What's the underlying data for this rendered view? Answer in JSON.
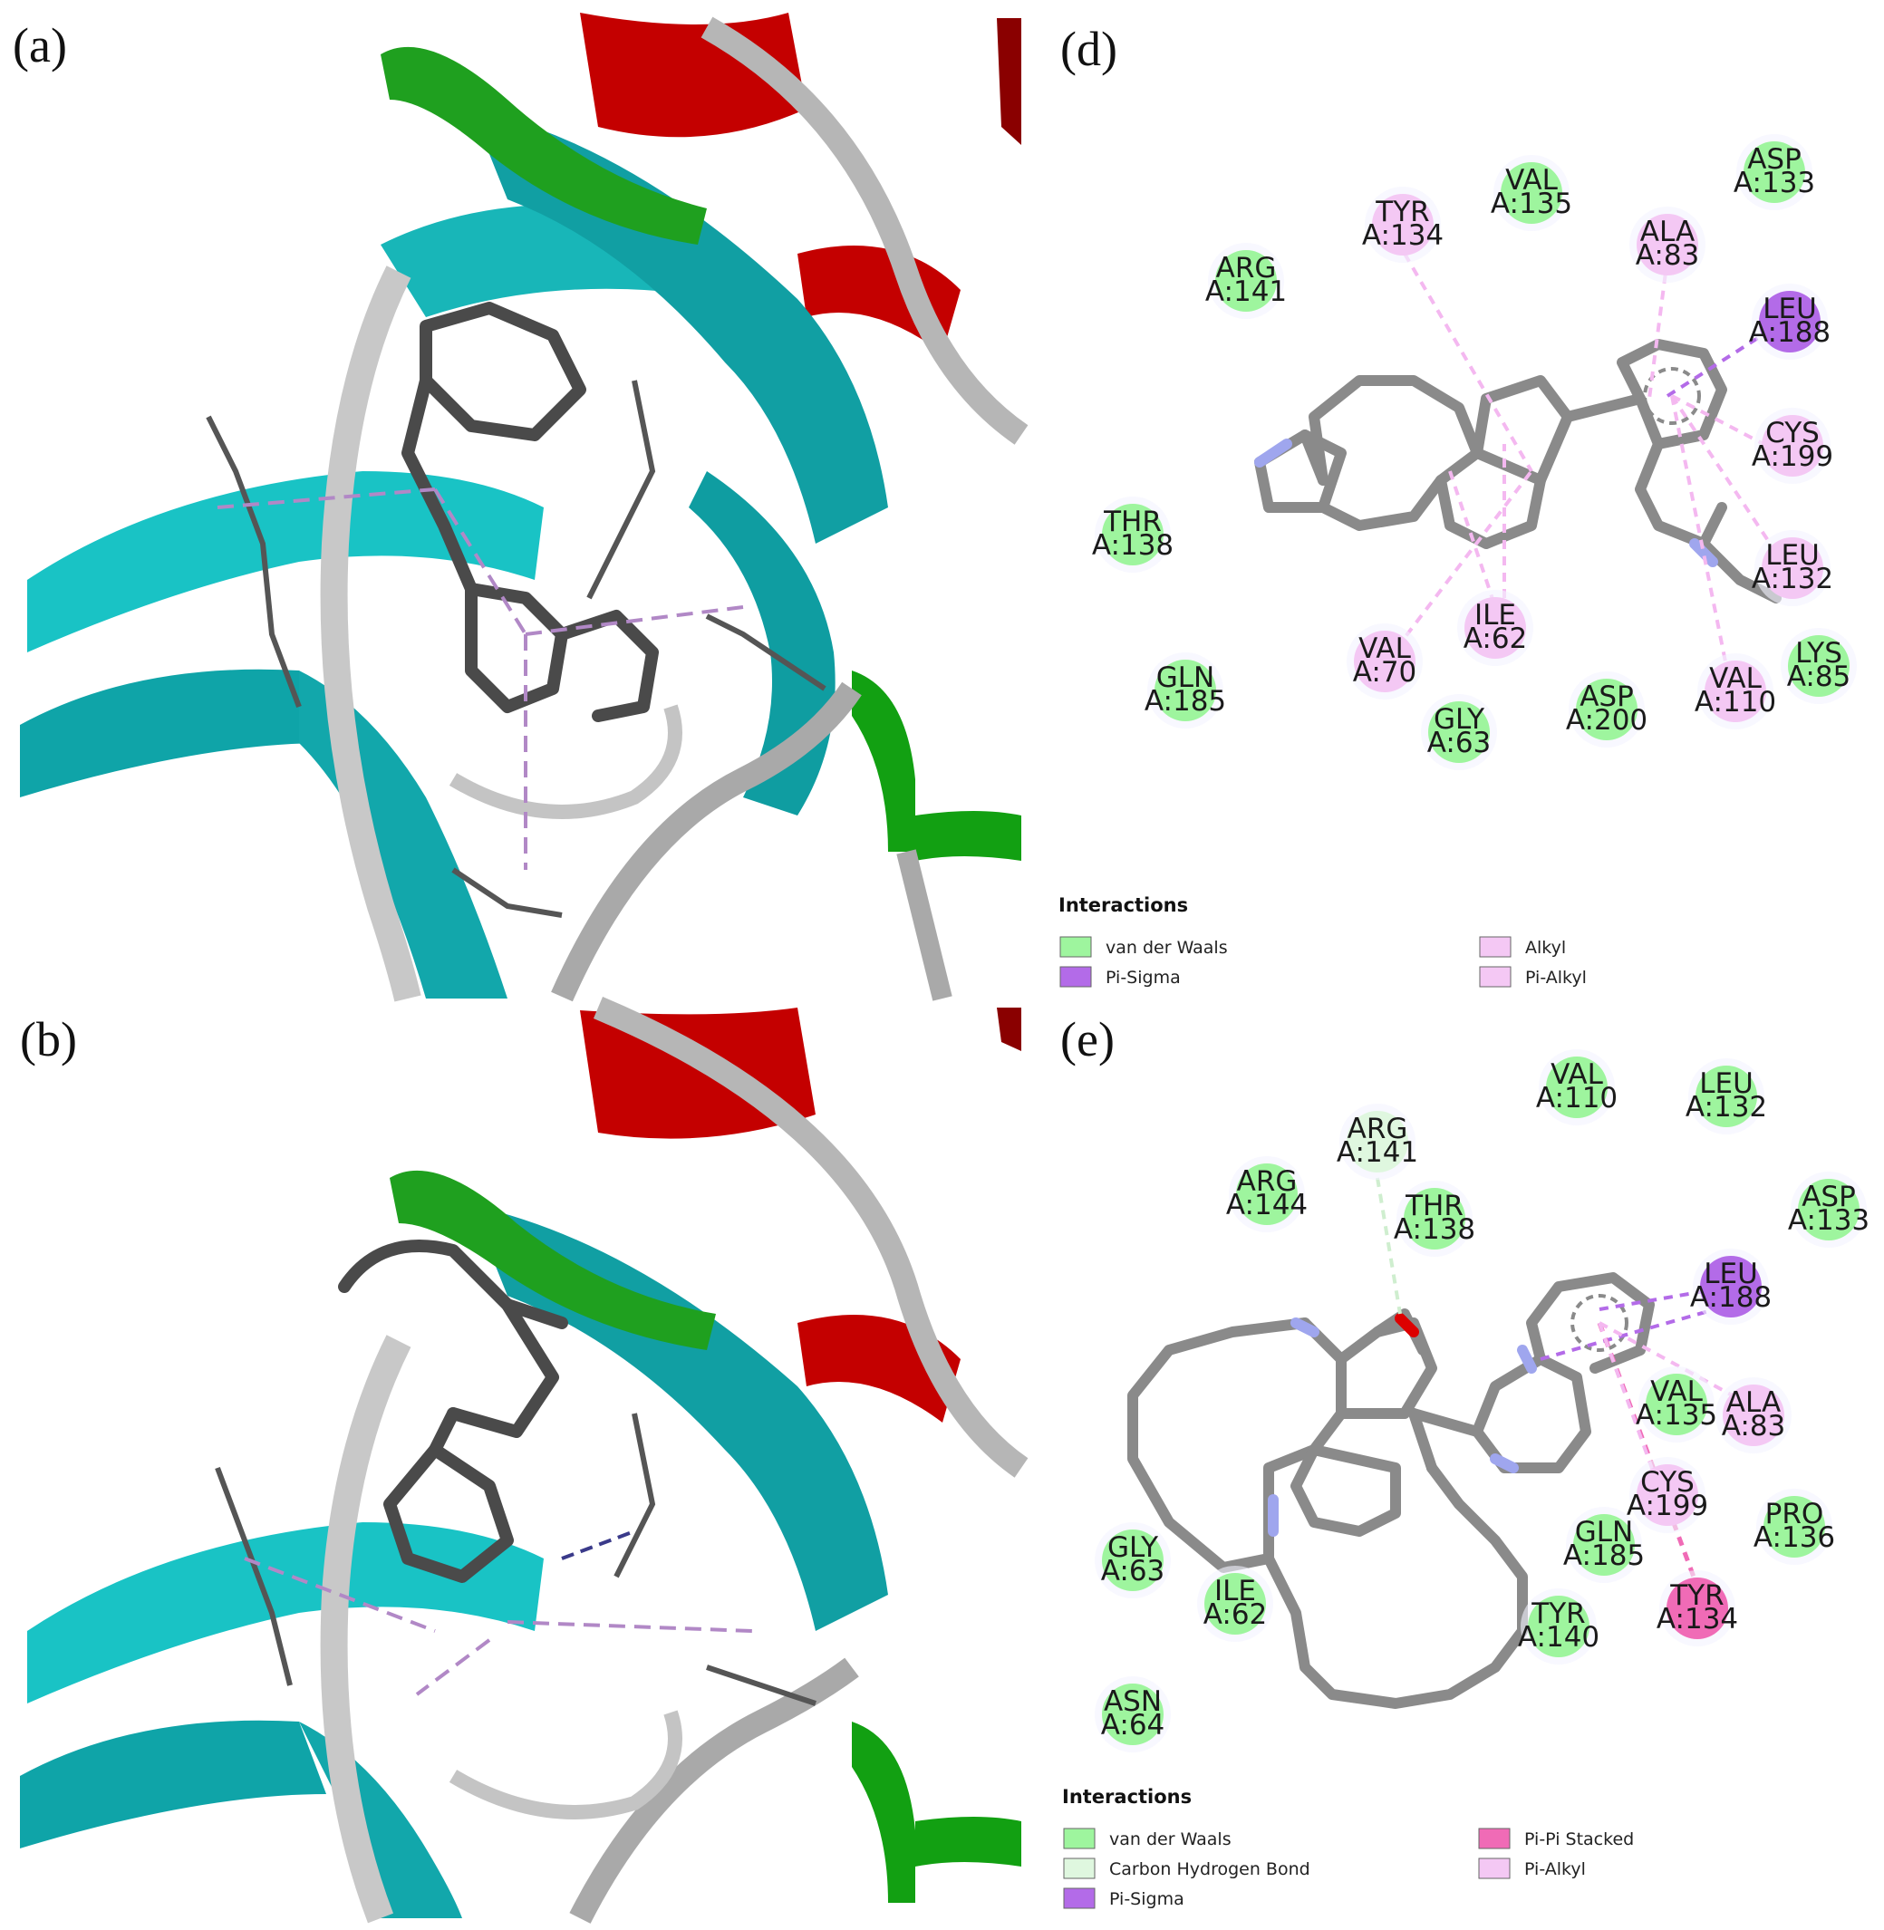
{
  "panels": {
    "a": {
      "label": "(a)"
    },
    "b": {
      "label": "(b)"
    },
    "d": {
      "label": "(d)"
    },
    "e": {
      "label": "(e)"
    }
  },
  "colors": {
    "vdw": "#9ef59e",
    "pi_sigma": "#b36be8",
    "alkyl": "#f4c8f4",
    "pi_alkyl": "#f4c8f4",
    "carbon_hbond": "#dff7df",
    "pi_pi_stacked": "#f06bb6",
    "ligand": "#8a8a8a",
    "nitrogen": "#9fa6ee"
  },
  "diagram_d": {
    "residues": [
      {
        "name": "TYR",
        "num": "A:134",
        "type": "pi_alkyl"
      },
      {
        "name": "VAL",
        "num": "A:135",
        "type": "vdw"
      },
      {
        "name": "ASP",
        "num": "A:133",
        "type": "vdw"
      },
      {
        "name": "ARG",
        "num": "A:141",
        "type": "vdw"
      },
      {
        "name": "ALA",
        "num": "A:83",
        "type": "pi_alkyl"
      },
      {
        "name": "LEU",
        "num": "A:188",
        "type": "pi_sigma"
      },
      {
        "name": "CYS",
        "num": "A:199",
        "type": "pi_alkyl"
      },
      {
        "name": "THR",
        "num": "A:138",
        "type": "vdw"
      },
      {
        "name": "LEU",
        "num": "A:132",
        "type": "pi_alkyl"
      },
      {
        "name": "ILE",
        "num": "A:62",
        "type": "pi_alkyl"
      },
      {
        "name": "VAL",
        "num": "A:70",
        "type": "pi_alkyl"
      },
      {
        "name": "LYS",
        "num": "A:85",
        "type": "vdw"
      },
      {
        "name": "GLN",
        "num": "A:185",
        "type": "vdw"
      },
      {
        "name": "ASP",
        "num": "A:200",
        "type": "vdw"
      },
      {
        "name": "VAL",
        "num": "A:110",
        "type": "pi_alkyl"
      },
      {
        "name": "GLY",
        "num": "A:63",
        "type": "vdw"
      }
    ],
    "legend": {
      "title": "Interactions",
      "items": [
        {
          "label": "van der Waals",
          "type": "vdw"
        },
        {
          "label": "Pi-Sigma",
          "type": "pi_sigma"
        },
        {
          "label": "Alkyl",
          "type": "alkyl"
        },
        {
          "label": "Pi-Alkyl",
          "type": "pi_alkyl"
        }
      ]
    }
  },
  "diagram_e": {
    "residues": [
      {
        "name": "VAL",
        "num": "A:110",
        "type": "vdw"
      },
      {
        "name": "LEU",
        "num": "A:132",
        "type": "vdw"
      },
      {
        "name": "ARG",
        "num": "A:141",
        "type": "carbon_hbond"
      },
      {
        "name": "ARG",
        "num": "A:144",
        "type": "vdw"
      },
      {
        "name": "THR",
        "num": "A:138",
        "type": "vdw"
      },
      {
        "name": "ASP",
        "num": "A:133",
        "type": "vdw"
      },
      {
        "name": "LEU",
        "num": "A:188",
        "type": "pi_sigma"
      },
      {
        "name": "VAL",
        "num": "A:135",
        "type": "vdw"
      },
      {
        "name": "ALA",
        "num": "A:83",
        "type": "pi_alkyl"
      },
      {
        "name": "CYS",
        "num": "A:199",
        "type": "pi_alkyl"
      },
      {
        "name": "PRO",
        "num": "A:136",
        "type": "vdw"
      },
      {
        "name": "GLY",
        "num": "A:63",
        "type": "vdw"
      },
      {
        "name": "GLN",
        "num": "A:185",
        "type": "vdw"
      },
      {
        "name": "ILE",
        "num": "A:62",
        "type": "vdw"
      },
      {
        "name": "TYR",
        "num": "A:140",
        "type": "vdw"
      },
      {
        "name": "TYR",
        "num": "A:134",
        "type": "pi_pi_stacked"
      },
      {
        "name": "ASN",
        "num": "A:64",
        "type": "vdw"
      }
    ],
    "legend": {
      "title": "Interactions",
      "items": [
        {
          "label": "van der Waals",
          "type": "vdw"
        },
        {
          "label": "Carbon Hydrogen Bond",
          "type": "carbon_hbond"
        },
        {
          "label": "Pi-Sigma",
          "type": "pi_sigma"
        },
        {
          "label": "Pi-Pi Stacked",
          "type": "pi_pi_stacked"
        },
        {
          "label": "Pi-Alkyl",
          "type": "pi_alkyl"
        }
      ]
    }
  }
}
